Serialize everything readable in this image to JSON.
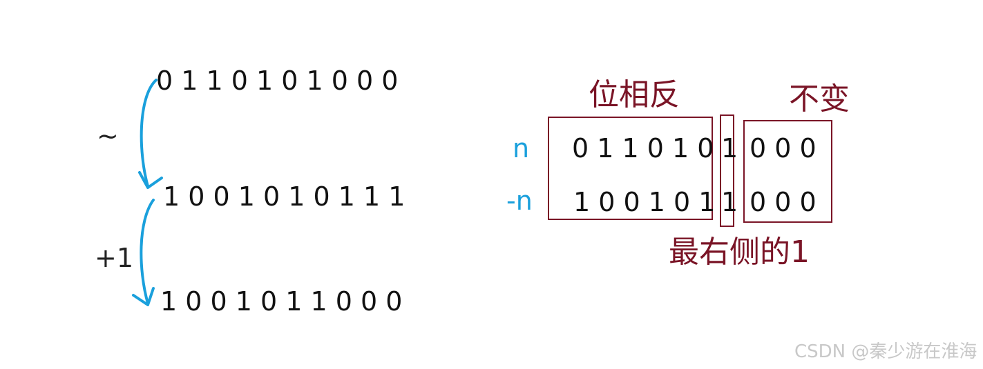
{
  "left": {
    "rows": [
      "0 1 1 0 1 0 1 0 0 0",
      "1 0 0 1 0 1 0 1 1 1",
      "1 0 0 1 0 1 1 0 0 0"
    ],
    "ops": [
      "~",
      "+1"
    ],
    "arrow_color": "#1aa0dc"
  },
  "right": {
    "row_labels": [
      "n",
      "-n"
    ],
    "left_bits": [
      "0 1 1 0 1 0",
      "1 0 0 1 0 1"
    ],
    "mid_bits": [
      "1",
      "1"
    ],
    "right_bits": [
      "0 0 0",
      "0 0 0"
    ],
    "label_inverted": "位相反",
    "label_unchanged": "不变",
    "label_rightmost": "最右侧的1",
    "box_color": "#7a1426",
    "label_color": "#7a1426",
    "row_label_color": "#1aa0dc"
  },
  "watermark": "CSDN @秦少游在淮海"
}
